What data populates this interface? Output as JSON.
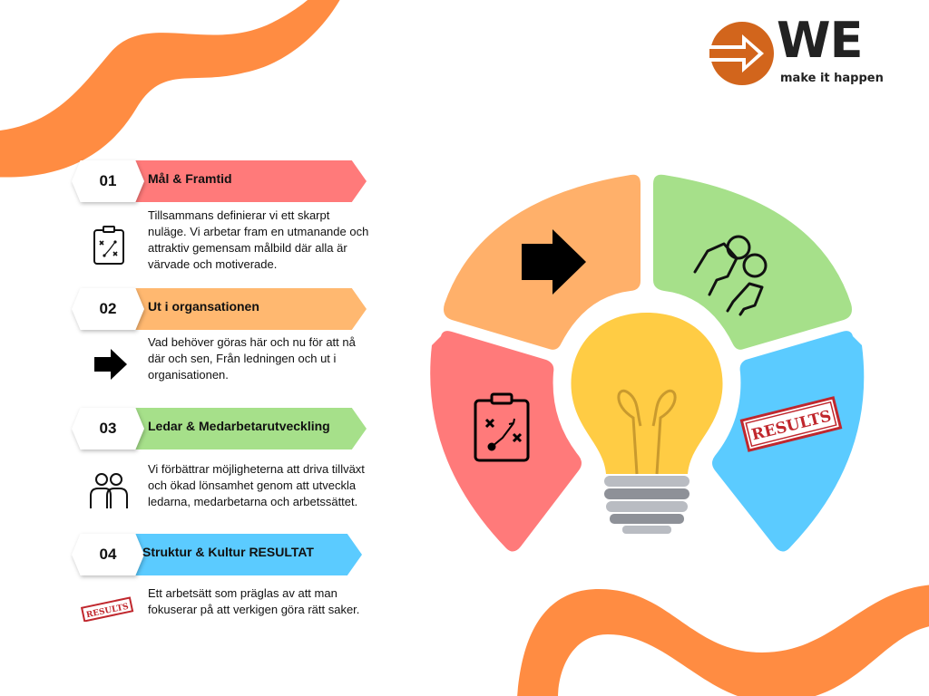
{
  "logo": {
    "word": "WE",
    "tagline": "make it happen"
  },
  "colors": {
    "orange": "#FF8C42",
    "red": "#FF7A7A",
    "peach": "#FFB870",
    "green": "#A6E08A",
    "blue": "#5BCBFF",
    "bulb": "#FFCC44"
  },
  "steps": [
    {
      "number": "01",
      "title": "Mål & Framtid",
      "icon": "strategy-clipboard-icon",
      "description": "Tillsammans definierar vi ett skarpt nuläge. Vi arbetar fram en utmanande och attraktiv gemensam målbild där alla är värvade och motiverade."
    },
    {
      "number": "02",
      "title": "Ut i organsationen",
      "icon": "arrow-right-icon",
      "description": "Vad behöver göras här och nu för att nå där och sen, Från ledningen och ut i organisationen."
    },
    {
      "number": "03",
      "title": "Ledar & Medarbetarutveckling",
      "icon": "people-icon",
      "description": "Vi förbättrar möjligheterna att  driva tillväxt och ökad lönsamhet genom att utveckla ledarna, medarbetarna och arbetssättet."
    },
    {
      "number": "04",
      "title": "Struktur & Kultur RESULTAT",
      "icon": "results-stamp-icon",
      "description": "Ett arbetsätt som präglas av att man fokuserar  på att verkigen göra rätt saker."
    }
  ],
  "diagram": {
    "stamp_text": "RESULTS",
    "center_icon": "lightbulb-icon"
  }
}
